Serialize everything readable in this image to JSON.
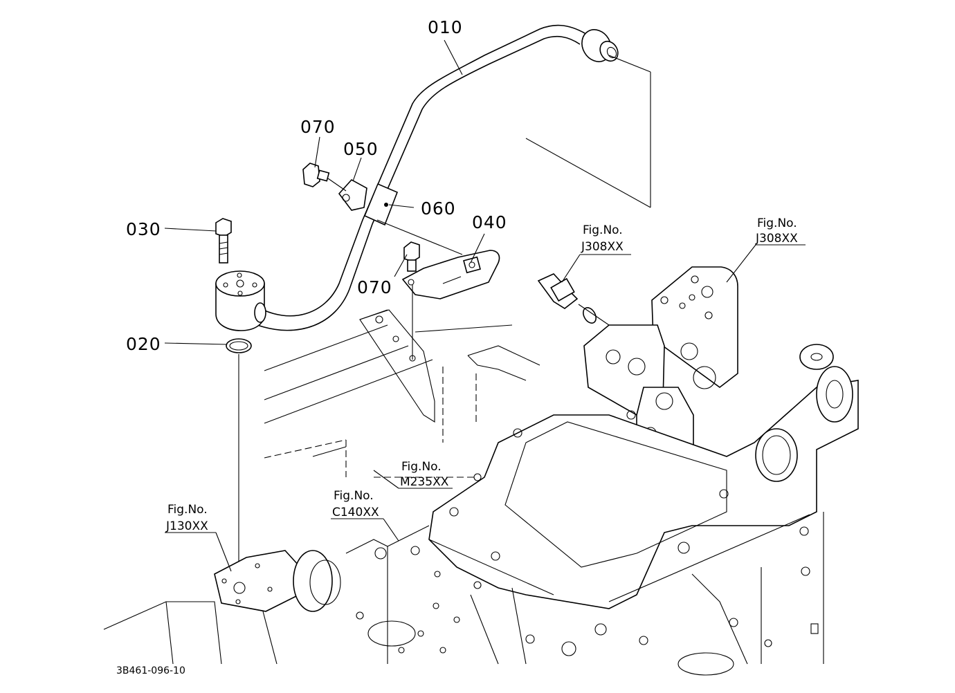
{
  "parts": {
    "p010": "010",
    "p020": "020",
    "p030": "030",
    "p040": "040",
    "p050": "050",
    "p060": "060",
    "p070a": "070",
    "p070b": "070"
  },
  "refs": {
    "j308a": {
      "caption": "Fig.No.",
      "code": "J308XX"
    },
    "j308b": {
      "caption": "Fig.No.",
      "code": "J308XX"
    },
    "m235": {
      "caption": "Fig.No.",
      "code": "M235XX"
    },
    "c140": {
      "caption": "Fig.No.",
      "code": "C140XX"
    },
    "j130": {
      "caption": "Fig.No.",
      "code": "J130XX"
    }
  },
  "diagram_code": "3B461-096-10"
}
